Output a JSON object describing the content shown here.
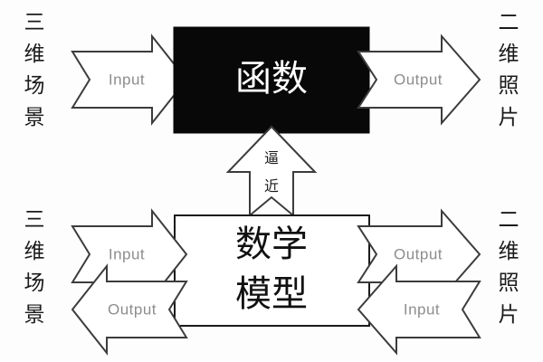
{
  "diagram": {
    "title": "Function approximation by mathematical model",
    "background_color": "#fdfdfd",
    "stroke_color": "#3c3c3c",
    "label_color": "#8d8d8d",
    "function_box": {
      "label": "函数",
      "fill": "#080808",
      "text_color": "#ffffff"
    },
    "model_box": {
      "label_line1": "数学",
      "label_line2": "模型",
      "fill": "#ffffff",
      "text_color": "#111111"
    },
    "approximation": {
      "label_char1": "逼",
      "label_char2": "近"
    },
    "side_labels": {
      "top_left": [
        "三",
        "维",
        "场",
        "景"
      ],
      "top_right": [
        "二",
        "维",
        "照",
        "片"
      ],
      "bottom_left": [
        "三",
        "维",
        "场",
        "景"
      ],
      "bottom_right": [
        "二",
        "维",
        "照",
        "片"
      ]
    },
    "arrows": {
      "top_left_input": "Input",
      "top_right_output": "Output",
      "bottom_left_input": "Input",
      "bottom_left_output": "Output",
      "bottom_right_output": "Output",
      "bottom_right_input": "Input"
    }
  }
}
